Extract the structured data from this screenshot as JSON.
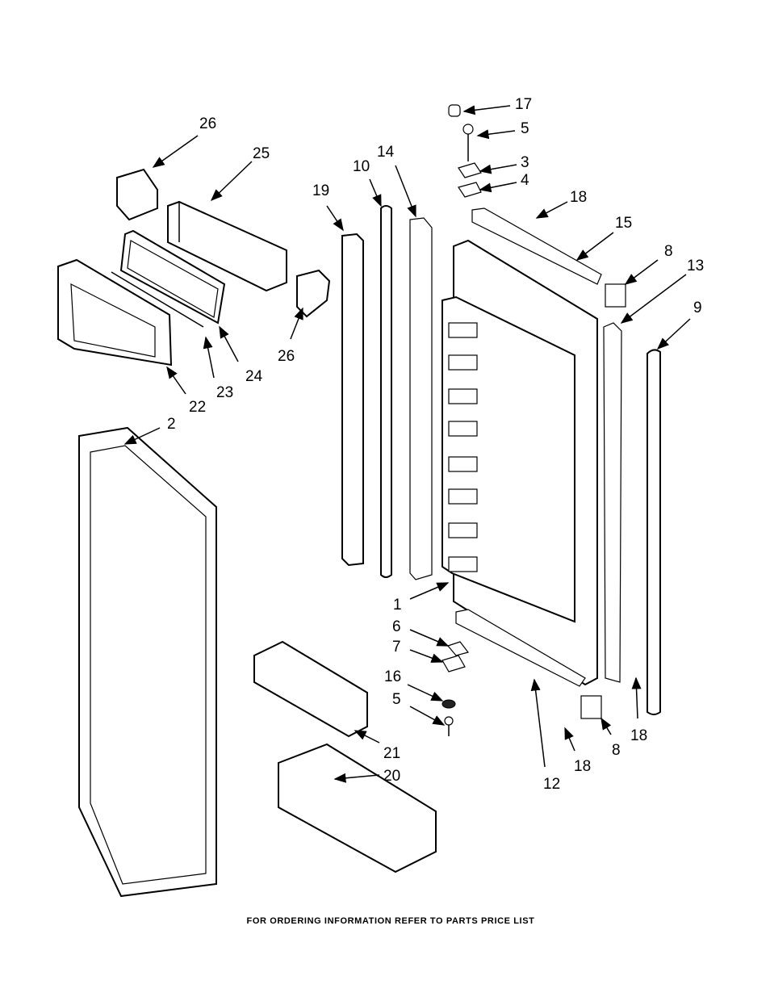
{
  "title": "Refrigerator door parts diagram",
  "callouts": {
    "c26a": "26",
    "c25": "25",
    "c19": "19",
    "c10": "10",
    "c14": "14",
    "c17": "17",
    "c5a": "5",
    "c3": "3",
    "c4": "4",
    "c18a": "18",
    "c15": "15",
    "c8a": "8",
    "c13": "13",
    "c9": "9",
    "c26b": "26",
    "c24": "24",
    "c23": "23",
    "c22": "22",
    "c2": "2",
    "c1": "1",
    "c6": "6",
    "c7": "7",
    "c16": "16",
    "c5b": "5",
    "c21": "21",
    "c20": "20",
    "c12": "12",
    "c18b": "18",
    "c8b": "8",
    "c18c": "18"
  },
  "footer": "FOR ORDERING INFORMATION REFER TO PARTS PRICE LIST"
}
